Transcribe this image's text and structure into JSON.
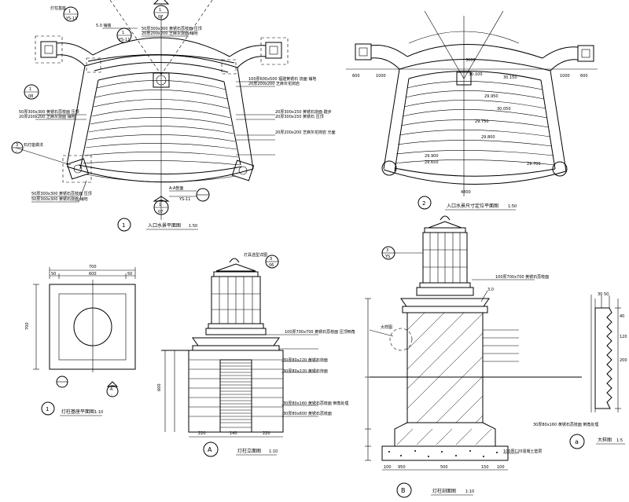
{
  "plans": {
    "plan1": {
      "title": "入口水景平面图",
      "scale": "1:50",
      "number": "1",
      "callouts": [
        {
          "label": "1",
          "sheet": "YS-11"
        },
        {
          "label": "1",
          "sheet": "YS-11"
        },
        {
          "label": "1",
          "sheet": "07"
        },
        {
          "label": "1",
          "sheet": "08"
        },
        {
          "label": "3",
          "sheet": "-"
        },
        {
          "label": "1",
          "sheet": "07"
        }
      ],
      "notes": [
        "灯柱基座",
        "5.0 铺装",
        "50厚300x300 黄锈石荔枝面 压顶",
        "20厚200x200 芝麻灰烧面 铺地",
        "100厚600x500 福建黄锈石 烧面 铺地",
        "20厚200x200 芝麻灰花岗岩",
        "50厚300x300 黄锈石荔枝面 压顶",
        "20厚200x200 芝麻灰烧面 铺地",
        "20厚300x150 黄锈石烧面 踏步",
        "20厚300x150 黄锈石 压顶",
        "20厚200x200 芝麻灰花岗岩 光面",
        "石灯座做法",
        "50厚300x300 黄锈石荔枝面 压顶",
        "50厚300x300 黄锈石烧面 铺地",
        "A-A剖面",
        "YS-11"
      ]
    },
    "plan2": {
      "title": "入口水景尺寸定位平面图",
      "scale": "1:50",
      "number": "2",
      "dims": [
        "600",
        "1000",
        "3000",
        "1000",
        "600",
        "4800"
      ],
      "elevations": [
        "30.100",
        "30.150",
        "29.950",
        "30.050",
        "29.750",
        "29.800",
        "29.900",
        "29.650",
        "29.700"
      ]
    }
  },
  "details": {
    "lamp_plan": {
      "title": "灯柱基座平面图",
      "scale": "1:10",
      "number": "1",
      "dims": [
        "700",
        "50",
        "600",
        "50",
        "700"
      ],
      "callout": {
        "label": "A",
        "sheet": "-"
      }
    },
    "lamp_elevation": {
      "title": "灯柱立面图",
      "scale": "1:10",
      "number": "A",
      "callout": {
        "label": "3",
        "sheet": "06"
      },
      "dims": [
        "220",
        "140",
        "220",
        "600"
      ],
      "notes": [
        "灯具选型详图",
        "100厚700x700 黄锈石荔枝面 压顶倒角",
        "30厚80x220 黄锈石烧面",
        "30厚80x220 黄锈石烧面",
        "30厚80x160 黄锈石荔枝面 倒角处理",
        "30厚80x600 黄锈石荔枝面"
      ]
    },
    "lamp_section": {
      "title": "灯柱剖面图",
      "scale": "1:10",
      "number": "B",
      "callout": {
        "label": "3",
        "sheet": "YS"
      },
      "dims": [
        "100",
        "950",
        "500",
        "150",
        "100"
      ],
      "notes": [
        "100厚700x700 黄锈石荔枝面",
        "3.0",
        "30厚80x160 黄锈石荔枝面 倒角处理",
        "100厚C20混凝土垫层",
        "大样图"
      ]
    },
    "trim_detail": {
      "title": "大样图",
      "scale": "1:5",
      "number": "a",
      "dims": [
        "30",
        "50",
        "200",
        "40",
        "120"
      ]
    }
  }
}
